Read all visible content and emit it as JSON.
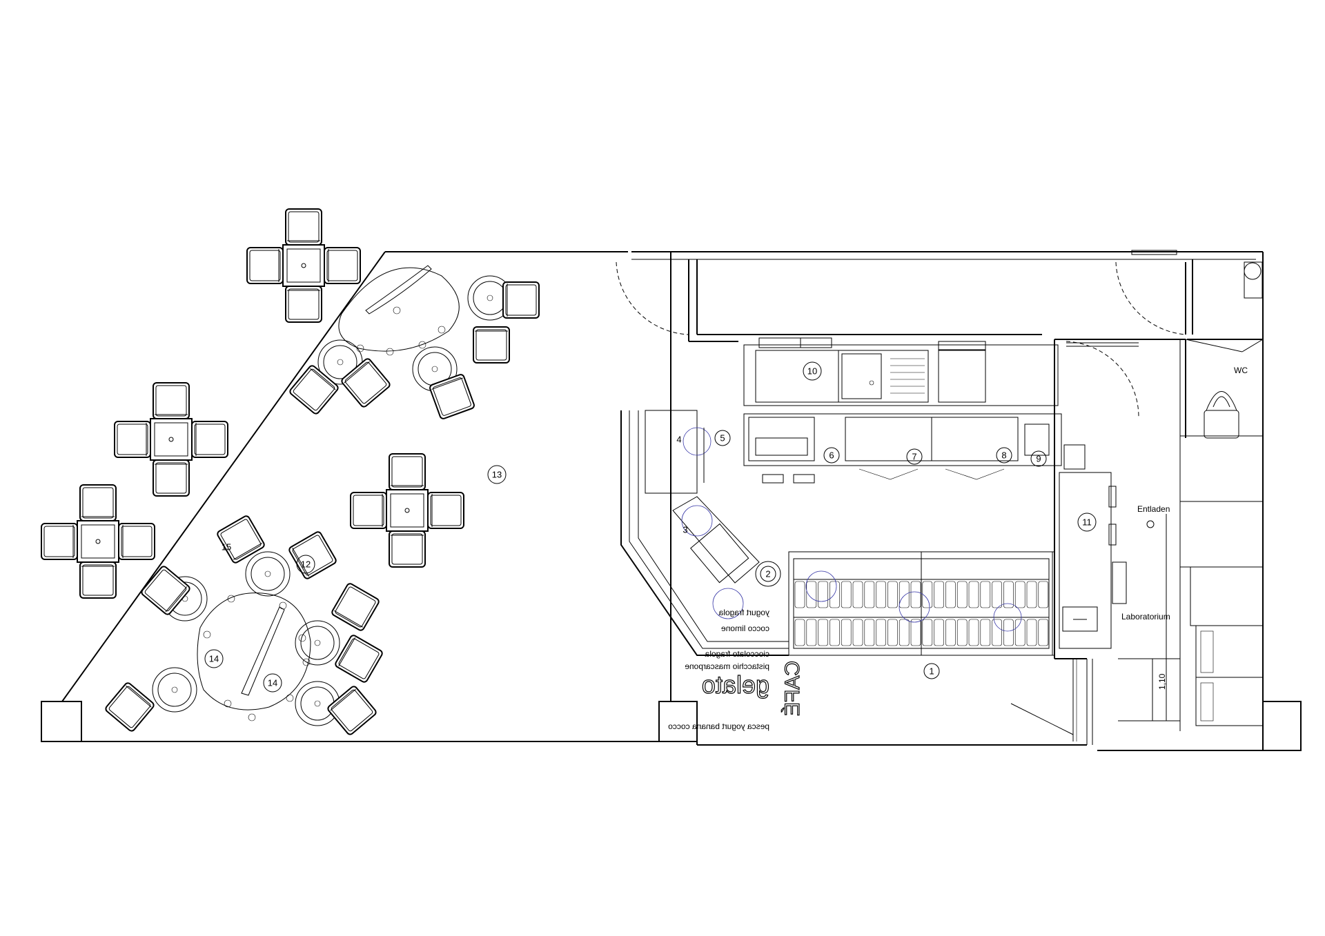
{
  "labels": {
    "wc": "WC",
    "entladen": "Entladen",
    "laboratorium": "Laboratorium",
    "dimension": "1,10"
  },
  "item_numbers": {
    "n1": "1",
    "n2": "2",
    "n3": "3",
    "n4": "4",
    "n5": "5",
    "n6": "6",
    "n7": "7",
    "n8": "8",
    "n9": "9",
    "n10": "10",
    "n11": "11",
    "n12": "12",
    "n13": "13",
    "n14a": "14",
    "n14b": "14",
    "n15": "15"
  },
  "flavors": {
    "row1": "yogurt  fragola",
    "row2": "cocco  limone",
    "row3": "cioccolato  fragola",
    "row4": "pistacchio  mascarpone",
    "row5": "pesca  yogurt  banana  cocco"
  },
  "brand": {
    "logo_word": "gelato",
    "cafe_word": "CAFÉ"
  }
}
